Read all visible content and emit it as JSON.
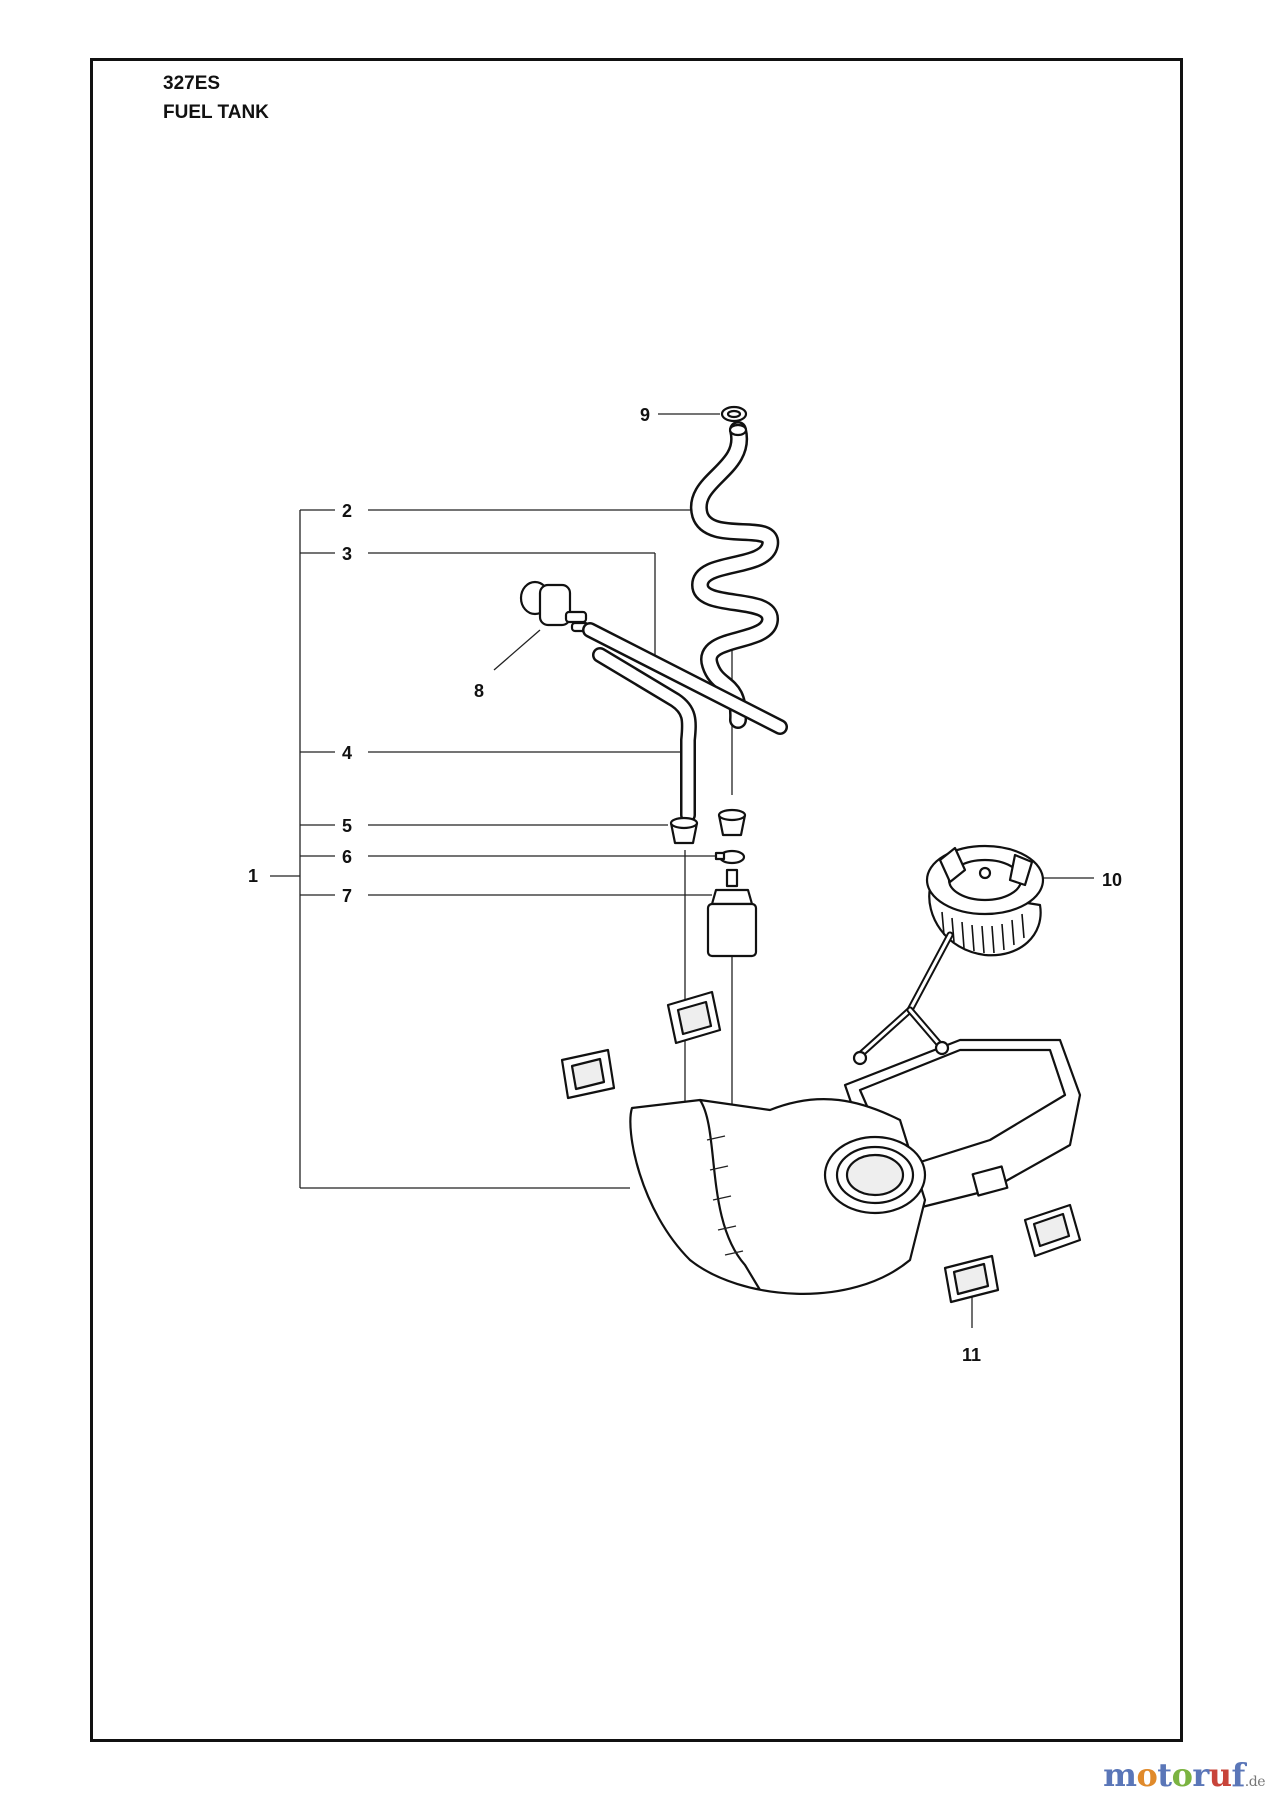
{
  "header": {
    "model": "327ES",
    "section": "FUEL TANK"
  },
  "callouts": [
    "1",
    "2",
    "3",
    "4",
    "5",
    "6",
    "7",
    "8",
    "9",
    "10",
    "11"
  ],
  "logo": {
    "m": "m",
    "o1": "o",
    "t": "t",
    "o2": "o",
    "r": "r",
    "u": "u",
    "f": "f",
    "de": ".de"
  }
}
